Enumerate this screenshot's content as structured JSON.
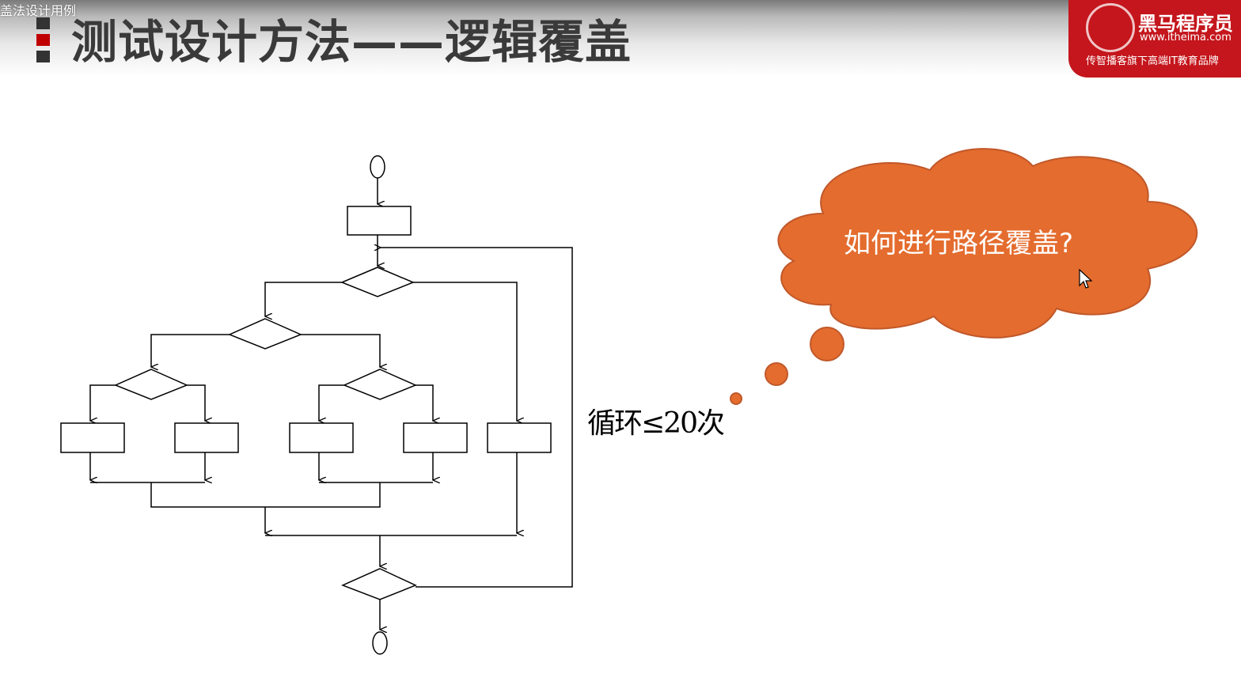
{
  "video": {
    "title": "盖法设计用例"
  },
  "slide": {
    "title": "测试设计方法——逻辑覆盖",
    "bullet_colors": [
      "#333333",
      "#c00000",
      "#333333"
    ]
  },
  "logo": {
    "name": "黑马程序员",
    "url": "www.itheima.com",
    "slogan": "传智播客旗下高端IT教育品牌",
    "color": "#c4161c"
  },
  "flowchart": {
    "loop_label": "循环≤20次"
  },
  "thought_bubble": {
    "text": "如何进行路径覆盖?",
    "color": "#e46c2e",
    "border_color": "#c0582a"
  }
}
